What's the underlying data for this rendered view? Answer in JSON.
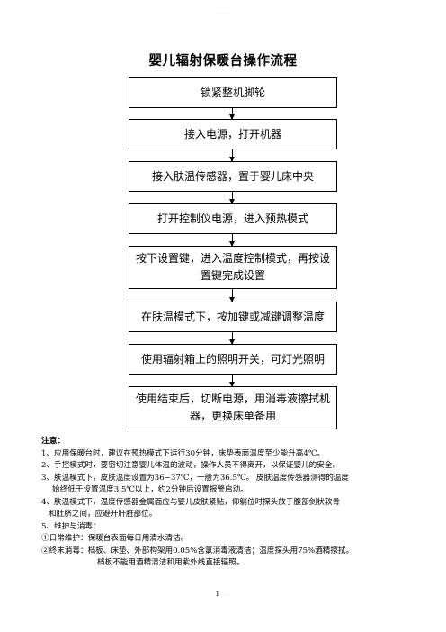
{
  "watermark": "———",
  "title": "婴儿辐射保暖台操作流程",
  "steps": [
    "锁紧整机脚轮",
    "接入电源，打开机器",
    "接入肤温传感器，置于婴儿床中央",
    "打开控制仪电源，进入预热模式",
    "按下设置键，进入温度控制模式，再按设置键完成设置",
    "在肤温模式下，按加键或减键调整温度",
    "使用辐射箱上的照明开关，可灯光照明",
    "使用结束后，切断电源，用消毒液擦拭机器，更换床单备用"
  ],
  "notes": {
    "heading": "注意：",
    "n1": "1、应用保暖台时，建议在预热模式下运行30分钟，床垫表面温度至少能升高4℃。",
    "n2": "2、手控模式时，要密切注意婴儿体温的波动，操作人员不得离开，以保证婴儿的安全。",
    "n3a": "3、肤温模式下，皮肤温度设置为36~37℃，一般为36.5℃。 皮肤温度传感器测得的温度",
    "n3b": "始终低于设置温度3.5℃以上，约2分钟后设置报警启动。",
    "n4a": "4、肤温模式下，温度传感器金属面应与婴儿皮肤紧贴，仰躺位时探头放于腹部剑状软骨",
    "n4b": "和肚脐之间，应避开肝脏部位。",
    "n5": "5、维护与消毒：",
    "m1": "①日常维护：保暖台表面每日用清水清洁。",
    "m2a": "②终末消毒：档板、床垫、外部构架用0.05%含氯消毒液清洁；温度探头用75%酒精擦拭。",
    "m2b": "档板不能用酒精清洁和用紫外线直接辐照。"
  },
  "footer": {
    "page": "1",
    "faint": "——"
  }
}
